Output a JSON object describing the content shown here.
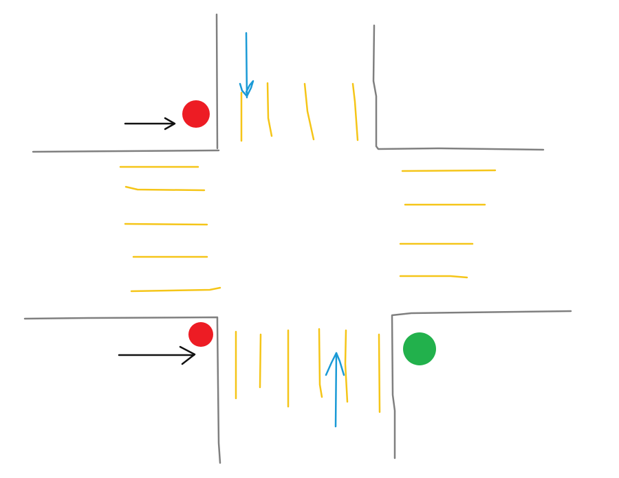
{
  "diagram": {
    "type": "intersection-sketch",
    "description_text": ""
  },
  "colors": {
    "background": "#ffffff",
    "curb": "#7f7f7f",
    "crosswalk": "#f5c518",
    "traffic_direction": "#1a9ad6",
    "pedestrian_direction": "#111111",
    "signal_red": "#ed1c24",
    "signal_green": "#22b14c"
  },
  "signals": [
    {
      "id": "signal-northwest",
      "state": "red"
    },
    {
      "id": "signal-southwest",
      "state": "red"
    },
    {
      "id": "signal-southeast",
      "state": "green"
    }
  ],
  "crosswalks": [
    {
      "id": "crosswalk-north",
      "stripes": 4
    },
    {
      "id": "crosswalk-south",
      "stripes": 6
    },
    {
      "id": "crosswalk-west",
      "stripes": 5
    },
    {
      "id": "crosswalk-east",
      "stripes": 4
    }
  ],
  "arrows": [
    {
      "id": "traffic-arrow-southbound",
      "kind": "traffic",
      "direction": "down"
    },
    {
      "id": "traffic-arrow-northbound",
      "kind": "traffic",
      "direction": "up"
    },
    {
      "id": "pedestrian-arrow-northwest",
      "kind": "pedestrian",
      "direction": "right"
    },
    {
      "id": "pedestrian-arrow-southwest",
      "kind": "pedestrian",
      "direction": "right"
    }
  ]
}
